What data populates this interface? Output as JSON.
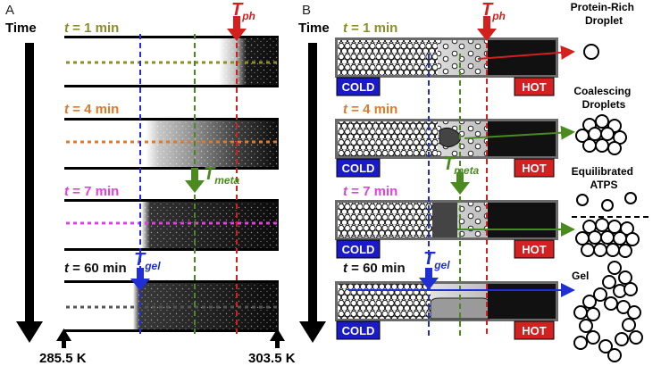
{
  "panels": {
    "a_label": "A",
    "b_label": "B",
    "time_label": "Time"
  },
  "time_points": [
    {
      "t_label": "t",
      "value_label": " = 1 min",
      "color": "#8a8f2a"
    },
    {
      "t_label": "t",
      "value_label": " = 4 min",
      "color": "#e07a2a"
    },
    {
      "t_label": "t",
      "value_label": " = 7 min",
      "color": "#e040e0"
    },
    {
      "t_label": "t",
      "value_label": " = 60 min",
      "color": "#111111"
    }
  ],
  "markers": {
    "tph_main": "T",
    "tph_sub": "ph",
    "tmeta_main": "T",
    "tmeta_sub": "meta",
    "tgel_main": "T",
    "tgel_sub": "gel"
  },
  "axis": {
    "left_temp": "285.5 K",
    "right_temp": "303.5 K"
  },
  "badges": {
    "cold": "COLD",
    "hot": "HOT"
  },
  "states": {
    "s1": "Protein-Rich\nDroplet",
    "s2": "Coalescing\nDroplets",
    "s3": "Equilibrated\nATPS",
    "s4": "Gel"
  },
  "colors": {
    "tph": "#d41f1f",
    "tmeta": "#4a8a1e",
    "tgel": "#1f2fd4",
    "cold_badge": "#1a1ac8",
    "hot_badge": "#d42020"
  }
}
